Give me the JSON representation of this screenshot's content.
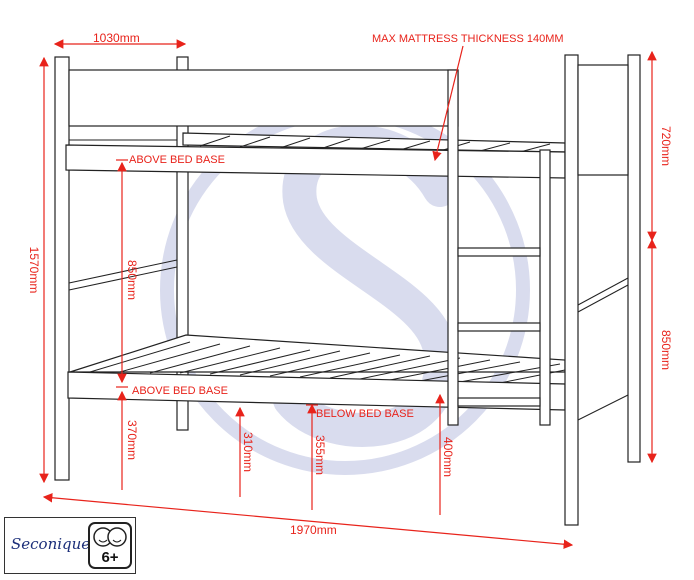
{
  "dimensions": {
    "top_width": "1030mm",
    "max_mattress": "MAX MATTRESS THICKNESS 140MM",
    "total_height": "1570mm",
    "upper_clearance": "720mm",
    "lower_clearance": "850mm",
    "length": "1970mm",
    "between_beds": "850mm",
    "lower_base_height": "370mm",
    "rail_310": "310mm",
    "rail_355": "355mm",
    "rail_400": "400mm",
    "above_bed_base_upper": "ABOVE BED BASE",
    "above_bed_base_lower": "ABOVE BED BASE",
    "below_bed_base": "BELOW BED BASE"
  },
  "logo": {
    "brand": "Seconique",
    "age_badge": "6+"
  },
  "colors": {
    "dimension": "#e8231b",
    "watermark": "#d9dcee",
    "line": "#222222"
  }
}
